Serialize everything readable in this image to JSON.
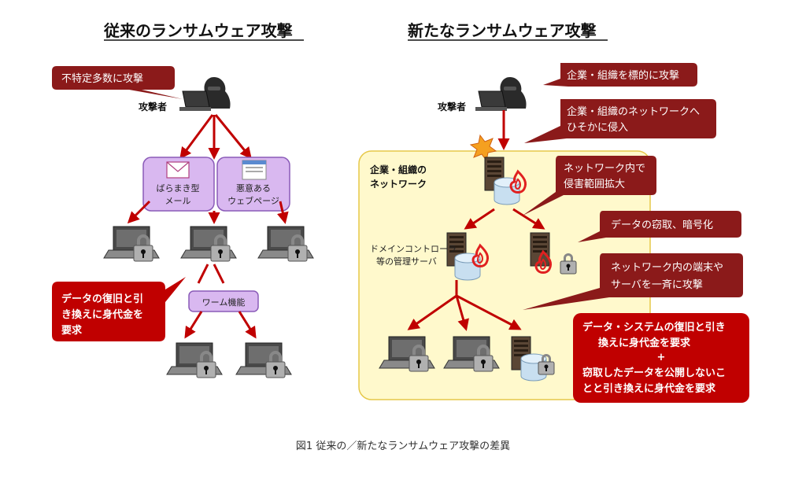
{
  "left": {
    "title": "従来のランサムウェア攻撃",
    "attacker_label": "攻撃者",
    "callout_attack": "不特定多数に攻撃",
    "vector_mail_line1": "ばらまき型",
    "vector_mail_line2": "メール",
    "vector_web_line1": "悪意ある",
    "vector_web_line2": "ウェブページ",
    "worm_label": "ワーム機能",
    "ransom_line1": "データの復旧と引",
    "ransom_line2": "き換えに身代金を",
    "ransom_line3": "要求"
  },
  "right": {
    "title": "新たなランサムウェア攻撃",
    "attacker_label": "攻撃者",
    "callout_targeted": "企業・組織を標的に攻撃",
    "callout_intrude_line1": "企業・組織のネットワークへ",
    "callout_intrude_line2": "ひそかに侵入",
    "network_label_line1": "企業・組織の",
    "network_label_line2": "ネットワーク",
    "callout_expand_line1": "ネットワーク内で",
    "callout_expand_line2": "侵害範囲拡大",
    "callout_steal": "データの窃取、暗号化",
    "dc_label_line1": "ドメインコントローラ",
    "dc_label_line2": "等の管理サーバ",
    "callout_mass_line1": "ネットワーク内の端末や",
    "callout_mass_line2": "サーバを一斉に攻撃",
    "ransom_line1": "データ・システムの復旧と引き",
    "ransom_line2": "換えに身代金を要求",
    "ransom_plus": "+",
    "ransom_line3": "窃取したデータを公開しないこ",
    "ransom_line4": "とと引き換えに身代金を要求"
  },
  "caption": "図1 従来の／新たなランサムウェア攻撃の差異",
  "colors": {
    "arrow": "#c00000",
    "callout_dark": "#8b1a1a",
    "callout_red": "#c00000",
    "vector_fill": "#d9b8f0",
    "vector_stroke": "#8a5bb8",
    "network_fill": "#fff9cc",
    "network_stroke": "#e6c84a"
  }
}
